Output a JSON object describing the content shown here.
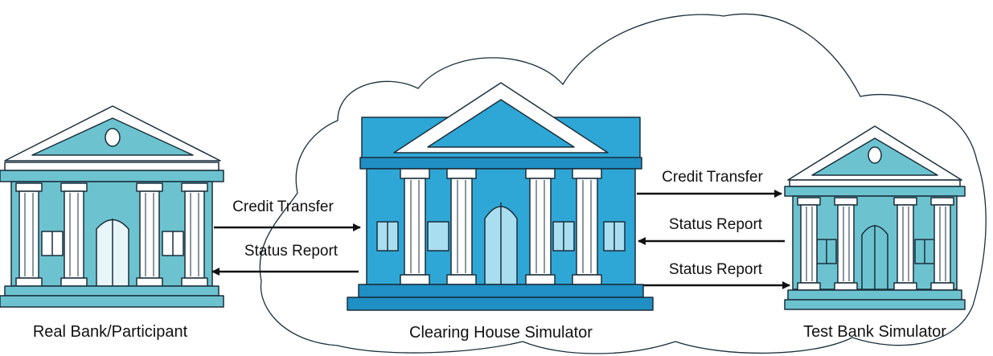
{
  "nodes": {
    "real_bank": {
      "label": "Real Bank/Participant"
    },
    "clearing_house": {
      "label": "Clearing House Simulator"
    },
    "test_bank": {
      "label": "Test Bank Simulator"
    }
  },
  "edges": {
    "real_to_ch": {
      "label": "Credit Transfer"
    },
    "ch_to_real": {
      "label": "Status Report"
    },
    "ch_to_test": {
      "label": "Credit Transfer"
    },
    "test_to_ch": {
      "label": "Status Report"
    },
    "ch_to_test_status": {
      "label": "Status Report"
    }
  },
  "colors": {
    "outline": "#1a2e3b",
    "real_bank_fill": "#6cc3cf",
    "clearing_fill": "#2ea7d6",
    "clearing_dark": "#1f8fc4",
    "test_bank_fill": "#6cc3cf",
    "window_light": "#a9def0",
    "column_white": "#ffffff"
  }
}
